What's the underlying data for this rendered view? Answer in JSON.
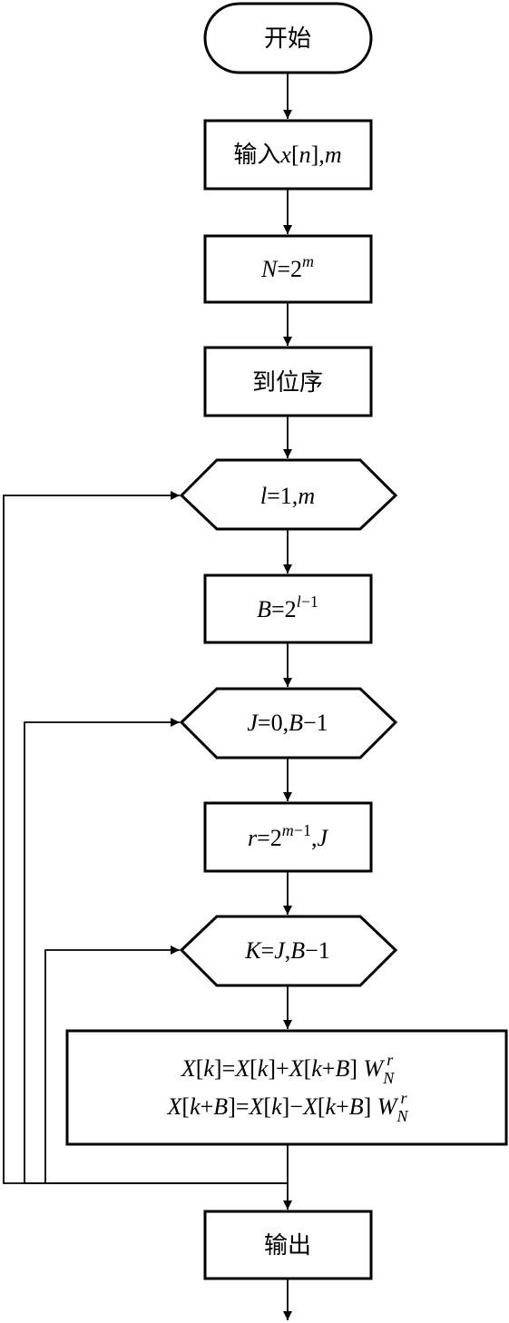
{
  "flowchart": {
    "start": {
      "label": "开始"
    },
    "input": {
      "prefix": "输入",
      "var_x": "x",
      "bracket_open": "[",
      "var_n": "n",
      "bracket_close": "],",
      "var_m": "m"
    },
    "n_assign": {
      "var_N": "N",
      "eq": "=2",
      "exp_m": "m"
    },
    "bit_reverse": {
      "label": "到位序"
    },
    "loop_l": {
      "var_l": "l",
      "rest": "=1,",
      "var_m": "m"
    },
    "b_assign": {
      "var_B": "B",
      "eq": "=2",
      "exp_l": "l",
      "exp_rest": "−1"
    },
    "loop_j": {
      "var_J": "J",
      "mid": "=0,",
      "var_B": "B",
      "tail": "−1"
    },
    "r_assign": {
      "var_r": "r",
      "eq": "=2",
      "exp_m": "m",
      "exp_rest": "−1",
      "comma": ",",
      "var_J": "J"
    },
    "loop_k": {
      "var_K": "K",
      "eq": "=",
      "var_J": "J",
      "comma": ",",
      "var_B": "B",
      "tail": "−1"
    },
    "butterfly": {
      "line1": {
        "X1": "X",
        "k1": "k",
        "mid1": "]=",
        "X2": "X",
        "k2": "k",
        "mid2": "]+",
        "X3": "X",
        "k3": "k",
        "plus": "+",
        "B": "B",
        "close": "] ",
        "W": "W",
        "sub": "N",
        "sup": "r"
      },
      "line2": {
        "X1": "X",
        "k1": "k",
        "plus1": "+",
        "B1": "B",
        "mid1": "]=",
        "X2": "X",
        "k2": "k",
        "mid2": "]−",
        "X3": "X",
        "k3": "k",
        "plus2": "+",
        "B2": "B",
        "close": "] ",
        "W": "W",
        "sub": "N",
        "sup": "r"
      }
    },
    "output": {
      "label": "输出"
    }
  }
}
